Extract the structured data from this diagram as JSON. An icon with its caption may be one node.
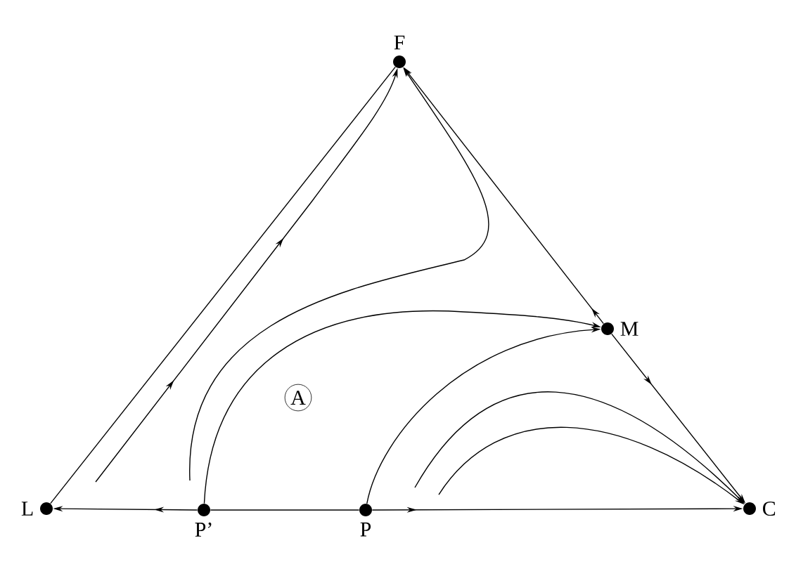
{
  "diagram": {
    "nodes": [
      {
        "text": [
          "F"
        ]
      },
      {
        "text": [
          "M"
        ]
      },
      {
        "text": [
          "L"
        ]
      },
      {
        "text": [
          "P’"
        ]
      },
      {
        "text": [
          "P"
        ]
      },
      {
        "text": [
          "C"
        ]
      },
      {
        "text": [
          "A"
        ]
      }
    ],
    "edges": [
      {
        "from": 2,
        "to": 0,
        "arrow": "none"
      },
      {
        "from": 1,
        "to": 0,
        "arrow": "to"
      },
      {
        "from": 1,
        "to": 5,
        "arrow": "to"
      },
      {
        "from": 3,
        "to": 2,
        "arrow": "to"
      },
      {
        "from": 3,
        "to": 4,
        "arrow": "none"
      },
      {
        "from": 4,
        "to": 5,
        "arrow": "to"
      },
      {
        "from": null,
        "to": 0,
        "arrow": "to"
      },
      {
        "from": null,
        "to": 0,
        "arrow": "to"
      },
      {
        "from": 3,
        "to": 1,
        "arrow": "to"
      },
      {
        "from": 4,
        "to": 1,
        "arrow": "to"
      },
      {
        "from": null,
        "to": 5,
        "arrow": "to"
      },
      {
        "from": null,
        "to": 5,
        "arrow": "to"
      }
    ]
  }
}
